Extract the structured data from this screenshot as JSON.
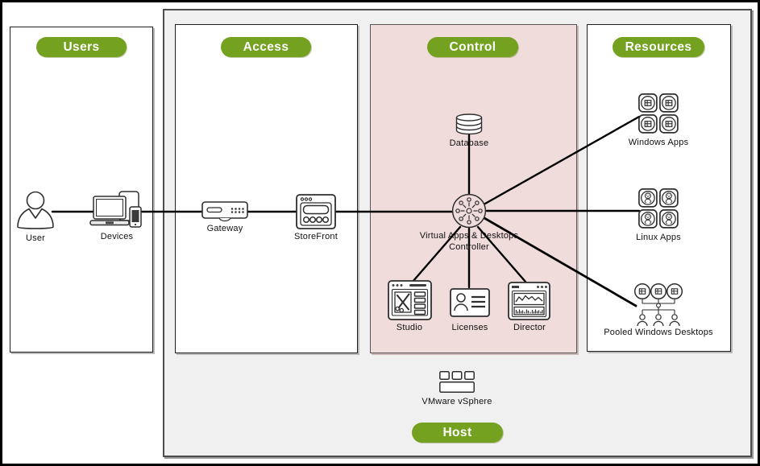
{
  "title": "Virtual Apps and Desktops architecture diagram",
  "panels": {
    "users": {
      "label": "Users"
    },
    "access": {
      "label": "Access"
    },
    "control": {
      "label": "Control"
    },
    "resources": {
      "label": "Resources"
    },
    "host": {
      "label": "Host"
    }
  },
  "nodes": {
    "user": {
      "label": "User"
    },
    "devices": {
      "label": "Devices"
    },
    "gateway": {
      "label": "Gateway"
    },
    "storefront": {
      "label": "StoreFront"
    },
    "database": {
      "label": "Database"
    },
    "controller": {
      "label_line1": "Virtual Apps & Desktops",
      "label_line2": "Controller"
    },
    "studio": {
      "label": "Studio"
    },
    "licenses": {
      "label": "Licenses"
    },
    "director": {
      "label": "Director"
    },
    "windows_apps": {
      "label": "Windows Apps"
    },
    "linux_apps": {
      "label": "Linux Apps"
    },
    "pooled_windows_desktops": {
      "label": "Pooled Windows Desktops"
    },
    "vmware_vsphere": {
      "label": "VMware vSphere"
    }
  },
  "icons": {
    "user": "person-icon",
    "devices": "laptop-tablet-phone-icon",
    "gateway": "gateway-appliance-icon",
    "storefront": "storefront-console-icon",
    "database": "database-cylinder-icon",
    "controller": "hub-spokes-icon",
    "studio": "studio-tools-window-icon",
    "licenses": "id-card-icon",
    "director": "charts-window-icon",
    "windows_apps": "windows-app-grid-icon",
    "linux_apps": "linux-app-grid-icon",
    "pooled_windows_desktops": "pooled-desktops-tree-icon",
    "vmware_vsphere": "hypervisor-blocks-icon"
  },
  "colors": {
    "pill-green": "#74a120",
    "control-pink": "#f0dcda",
    "host-gray": "#f0f0f0",
    "line-black": "#000000",
    "icon-stroke": "#2e2e2e"
  }
}
